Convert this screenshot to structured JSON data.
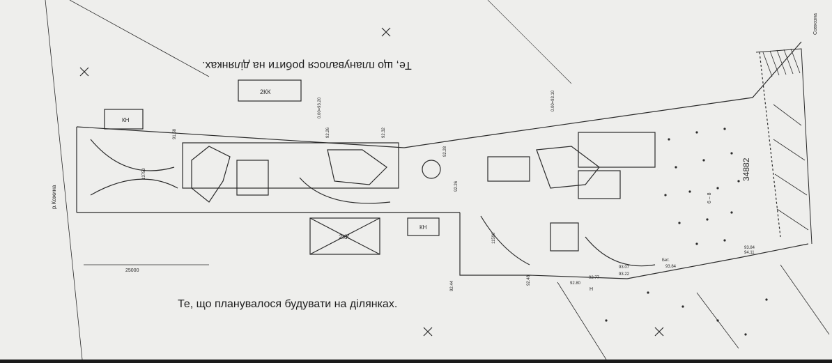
{
  "captions": {
    "top_upside_down": "Те, що планувалося робити на ділянках.",
    "bottom": "Те, що планувалося будувати на ділянках."
  },
  "plan_labels": {
    "garage_top": "2КК",
    "garage_bottom": "2КК",
    "kn_left": "КН",
    "kn_bottom": "КН",
    "river": "р.Кожина",
    "road_label": "Совхозна",
    "parcel_number": "34882",
    "dim_total": "25000",
    "elev_1": "0.00=93.20",
    "elev_2": "0.00=93.10",
    "elev_3": "93.07",
    "elev_4": "93.22",
    "elev_5": "92.80",
    "elev_6": "92.77",
    "elev_7": "92.48",
    "elev_8": "92.44",
    "elev_9": "93.84",
    "elev_10": "94.11",
    "elev_11": "93.84",
    "elev_12": "91.58",
    "elev_13": "92.26",
    "elev_14": "92.32",
    "elev_15": "92.28",
    "elev_16": "92.26",
    "dim_13750": "13750",
    "dim_11590": "11590",
    "dim_0_8": "6 – 8",
    "label_bet": "Бет.",
    "label_n": "Н"
  },
  "colors": {
    "paper": "#eeeeec",
    "ink": "#2a2a2a",
    "frame": "#1a1a1a"
  }
}
